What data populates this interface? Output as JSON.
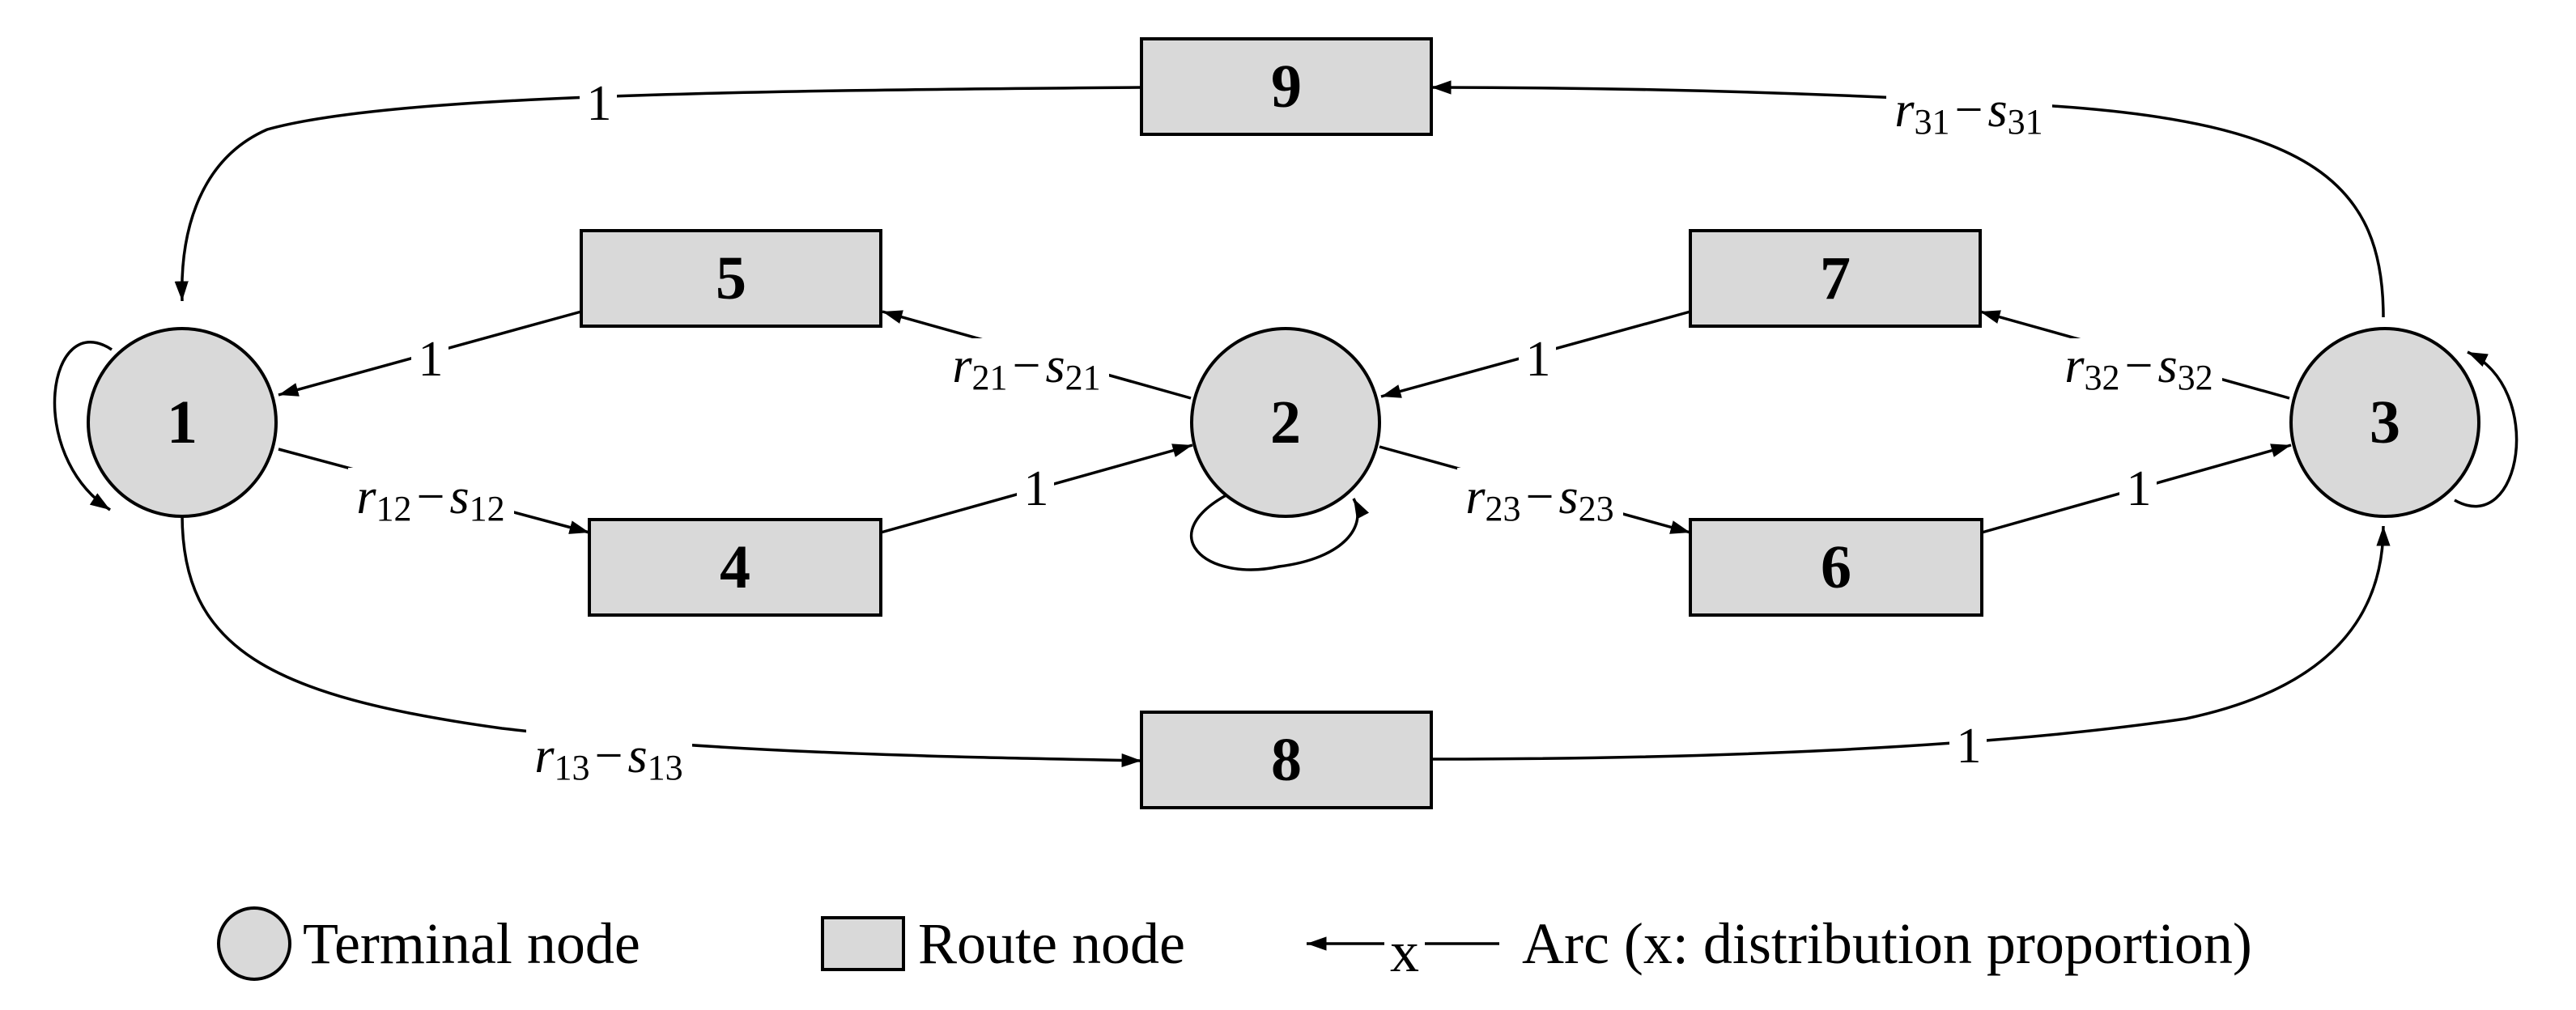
{
  "terminal_nodes": [
    {
      "id": "1",
      "label": "1"
    },
    {
      "id": "2",
      "label": "2"
    },
    {
      "id": "3",
      "label": "3"
    }
  ],
  "route_nodes": [
    {
      "id": "4",
      "label": "4"
    },
    {
      "id": "5",
      "label": "5"
    },
    {
      "id": "6",
      "label": "6"
    },
    {
      "id": "7",
      "label": "7"
    },
    {
      "id": "8",
      "label": "8"
    },
    {
      "id": "9",
      "label": "9"
    }
  ],
  "edge_labels": {
    "one": "1",
    "r": "r",
    "s": "s",
    "minus": "−",
    "sub12": "12",
    "sub13": "13",
    "sub21": "21",
    "sub23": "23",
    "sub31": "31",
    "sub32": "32"
  },
  "edges": [
    {
      "from": "1",
      "to": "4",
      "label": "r12 − s12"
    },
    {
      "from": "4",
      "to": "2",
      "label": "1"
    },
    {
      "from": "2",
      "to": "5",
      "label": "r21 − s21"
    },
    {
      "from": "5",
      "to": "1",
      "label": "1"
    },
    {
      "from": "2",
      "to": "6",
      "label": "r23 − s23"
    },
    {
      "from": "6",
      "to": "3",
      "label": "1"
    },
    {
      "from": "3",
      "to": "7",
      "label": "r32 − s32"
    },
    {
      "from": "7",
      "to": "2",
      "label": "1"
    },
    {
      "from": "1",
      "to": "8",
      "label": "r13 − s13"
    },
    {
      "from": "8",
      "to": "3",
      "label": "1"
    },
    {
      "from": "3",
      "to": "9",
      "label": "r31 − s31"
    },
    {
      "from": "9",
      "to": "1",
      "label": "1"
    },
    {
      "from": "1",
      "to": "1",
      "label": ""
    },
    {
      "from": "2",
      "to": "2",
      "label": ""
    },
    {
      "from": "3",
      "to": "3",
      "label": ""
    }
  ],
  "legend": {
    "terminal": "Terminal node",
    "route": "Route node",
    "arc_symbol": "x",
    "arc": "Arc (x: distribution proportion)"
  }
}
